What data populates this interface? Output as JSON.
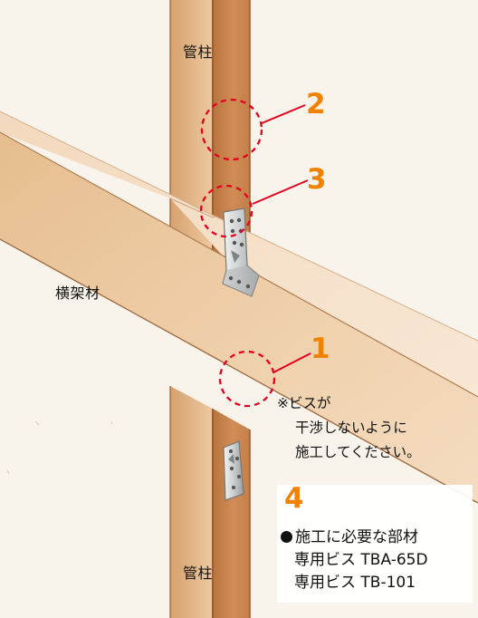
{
  "labels": {
    "post_top": "管柱",
    "post_bottom": "管柱",
    "beam": "横架材"
  },
  "markers": [
    {
      "number": "1"
    },
    {
      "number": "2"
    },
    {
      "number": "3"
    },
    {
      "number": "4"
    }
  ],
  "note": {
    "line1": "※ビスが",
    "line2": "干渉しないように",
    "line3": "施工してください。"
  },
  "materials": {
    "heading": "施工に必要な部材",
    "screw_1": "専用ビス TBA-65D",
    "screw_2": "専用ビス TB-101"
  },
  "colors": {
    "marker": "#f08200",
    "dashed_circle": "#e6001f",
    "post_face": "#c8844d",
    "post_side": "#e5be92",
    "beam_face": "#ebcda5",
    "beam_top": "#f5e1c8"
  }
}
